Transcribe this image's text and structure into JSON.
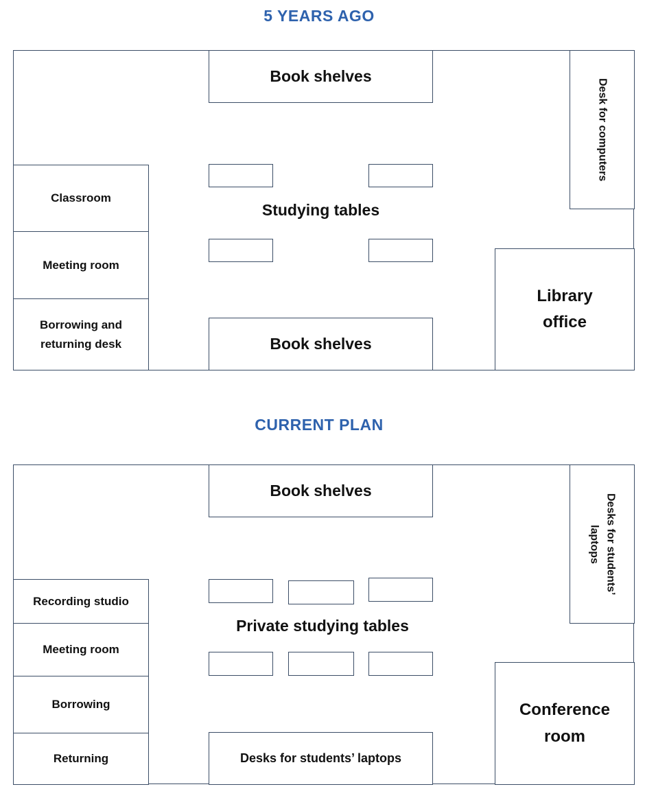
{
  "plans": {
    "past": {
      "title": "5 YEARS AGO",
      "top_shelves": "Book shelves",
      "bottom_shelves": "Book shelves",
      "center_label": "Studying tables",
      "right_desk": "Desk for computers",
      "right_room": "Library office",
      "left_rooms": [
        "Classroom",
        "Meeting room",
        "Borrowing and returning desk"
      ]
    },
    "current": {
      "title": "CURRENT PLAN",
      "top_shelves": "Book shelves",
      "bottom_desks": "Desks for students’ laptops",
      "center_label": "Private studying tables",
      "right_desk": "Desks for students’ laptops",
      "right_room": "Conference room",
      "left_rooms": [
        "Recording studio",
        "Meeting room",
        "Borrowing",
        "Returning"
      ]
    }
  },
  "colors": {
    "title": "#2e62ad",
    "outline": "#3b4d66"
  }
}
